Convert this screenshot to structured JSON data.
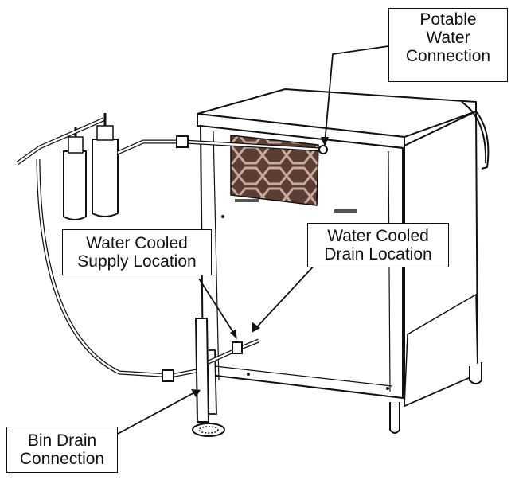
{
  "callouts": {
    "potable": {
      "line1": "Potable",
      "line2": "Water",
      "line3": "Connection"
    },
    "supply": {
      "line1": "Water Cooled",
      "line2": "Supply Location"
    },
    "drain": {
      "line1": "Water Cooled",
      "line2": "Drain Location"
    },
    "bin_drain": {
      "line1": "Bin Drain",
      "line2": "Connection"
    }
  },
  "colors": {
    "line": "#111111",
    "background": "#ffffff",
    "condenser": "#6b4a3e"
  }
}
